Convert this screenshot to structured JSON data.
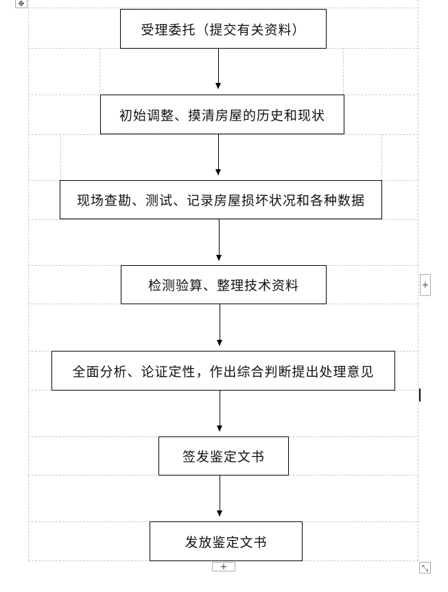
{
  "flowchart": {
    "steps": [
      "受理委托（提交有关资料）",
      "初始调整、摸清房屋的历史和现状",
      "现场查勘、测试、记录房屋损坏状况和各种数据",
      "检测验算、整理技术资料",
      "全面分析、论证定性，作出综合判断提出处理意见",
      "签发鉴定文书",
      "发放鉴定文书"
    ]
  },
  "table_handles": {
    "move_icon": "✥",
    "add_column_icon": "+",
    "add_row_icon": "+",
    "resize_icon": "⤡"
  }
}
